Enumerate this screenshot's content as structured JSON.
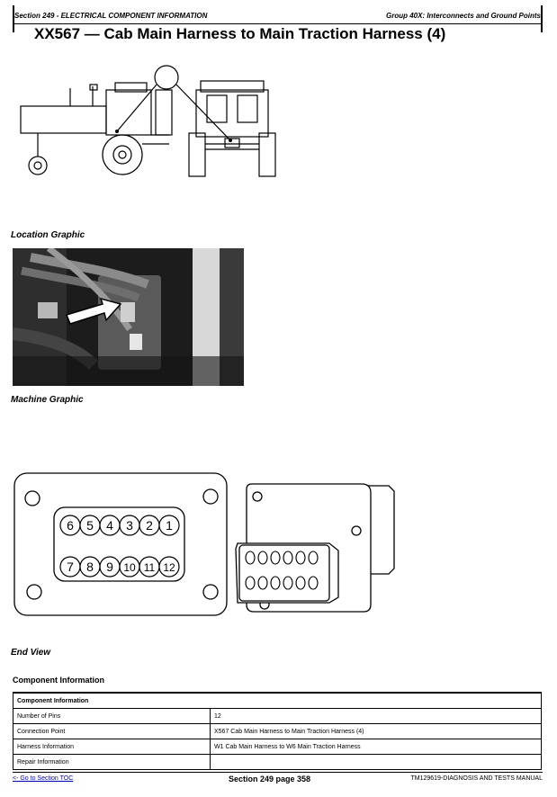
{
  "header": {
    "left": "Section 249 - ELECTRICAL COMPONENT INFORMATION",
    "right": "Group 40X: Interconnects and Ground Points"
  },
  "page_title": "XX567 — Cab Main Harness to Main Traction Harness (4)",
  "labels": {
    "location": "Location Graphic",
    "machine": "Machine Graphic",
    "end_view": "End View"
  },
  "connector": {
    "top_row": [
      "6",
      "5",
      "4",
      "3",
      "2",
      "1"
    ],
    "bottom_row": [
      "7",
      "8",
      "9",
      "10",
      "11",
      "12"
    ]
  },
  "component_info": {
    "section_title": "Component Information",
    "table_header": "Component Information",
    "rows": [
      {
        "key": "Number of Pins",
        "value": "12"
      },
      {
        "key": "Connection Point",
        "value": "X567 Cab Main Harness to Main Traction Harness (4)"
      },
      {
        "key": "Harness Information",
        "value": "W1 Cab Main Harness to W6 Main Traction Harness"
      },
      {
        "key": "Repair Information",
        "value": ""
      }
    ]
  },
  "footer": {
    "toc_link": "<- Go to Section TOC",
    "page": "Section 249 page 358",
    "manual": "TM129619-DIAGNOSIS AND TESTS MANUAL"
  }
}
